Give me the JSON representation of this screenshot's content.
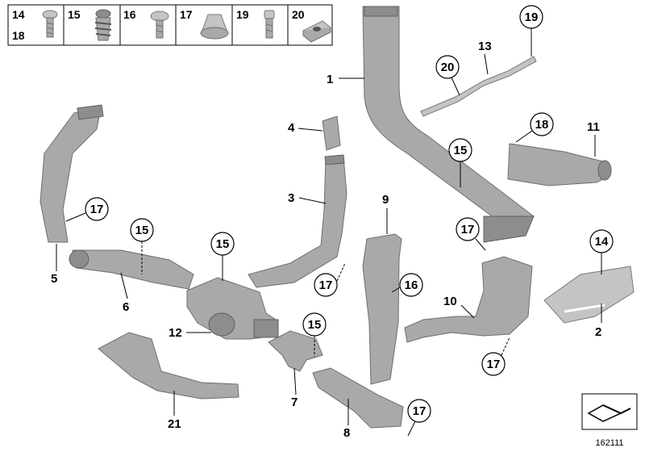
{
  "hardware_strip": {
    "items": [
      {
        "top": "14",
        "bottom": "18"
      },
      {
        "top": "15"
      },
      {
        "top": "16"
      },
      {
        "top": "17"
      },
      {
        "top": "19"
      },
      {
        "top": "20"
      }
    ]
  },
  "parts": {
    "p1": "1",
    "p2": "2",
    "p3": "3",
    "p4": "4",
    "p5": "5",
    "p6": "6",
    "p7": "7",
    "p8": "8",
    "p9": "9",
    "p10": "10",
    "p11": "11",
    "p12": "12",
    "p13": "13",
    "p21": "21"
  },
  "circled": {
    "c19": "19",
    "c20": "20",
    "c18": "18",
    "c15_main": "15",
    "c14": "14",
    "c17_a": "17",
    "c15_b": "15",
    "c15_c": "15",
    "c17_b": "17",
    "c16": "16",
    "c17_c": "17",
    "c15_d": "15",
    "c17_d": "17",
    "c17_e": "17"
  },
  "reference_number": "162111"
}
